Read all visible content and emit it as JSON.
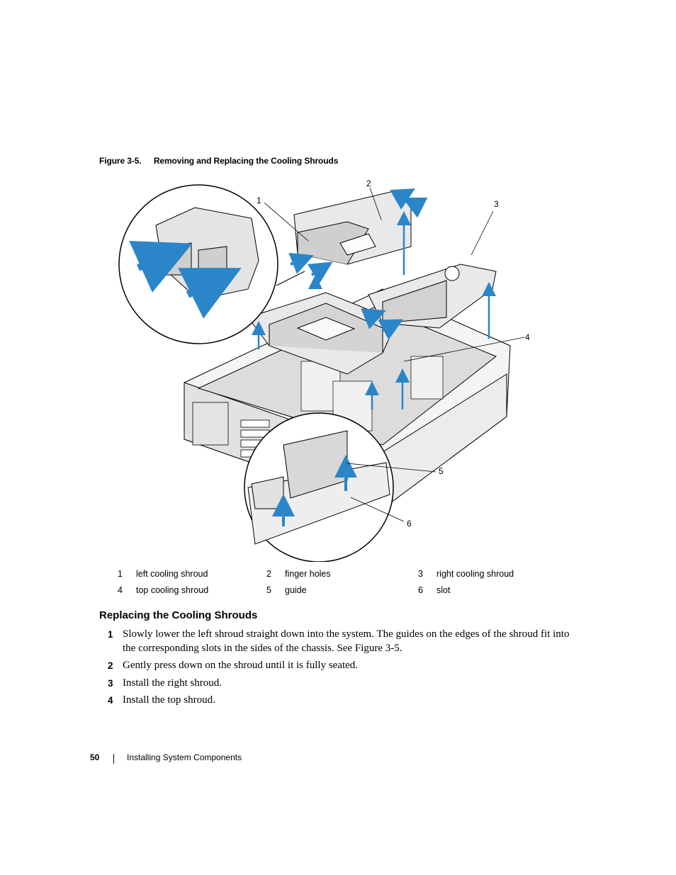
{
  "figure": {
    "number": "Figure 3-5.",
    "title": "Removing and Replacing the Cooling Shrouds",
    "callouts": [
      "1",
      "2",
      "3",
      "4",
      "5",
      "6"
    ]
  },
  "legend": [
    [
      {
        "num": "1",
        "text": "left cooling shroud"
      },
      {
        "num": "2",
        "text": "finger holes"
      },
      {
        "num": "3",
        "text": "right cooling shroud"
      }
    ],
    [
      {
        "num": "4",
        "text": "top cooling shroud"
      },
      {
        "num": "5",
        "text": "guide"
      },
      {
        "num": "6",
        "text": "slot"
      }
    ]
  ],
  "section": {
    "title": "Replacing the Cooling Shrouds",
    "steps": [
      {
        "num": "1",
        "text": "Slowly lower the left shroud straight down into the system. The guides on the edges of the shroud fit into the corresponding slots in the sides of the chassis. See Figure 3-5."
      },
      {
        "num": "2",
        "text": "Gently press down on the shroud until it is fully seated."
      },
      {
        "num": "3",
        "text": "Install the right shroud."
      },
      {
        "num": "4",
        "text": "Install the top shroud."
      }
    ]
  },
  "footer": {
    "page_number": "50",
    "chapter": "Installing System Components"
  },
  "colors": {
    "arrow": "#2a86c8",
    "line": "#000000",
    "shroud_fill": "#e9e9e9",
    "shadow": "#bdbdbd"
  }
}
